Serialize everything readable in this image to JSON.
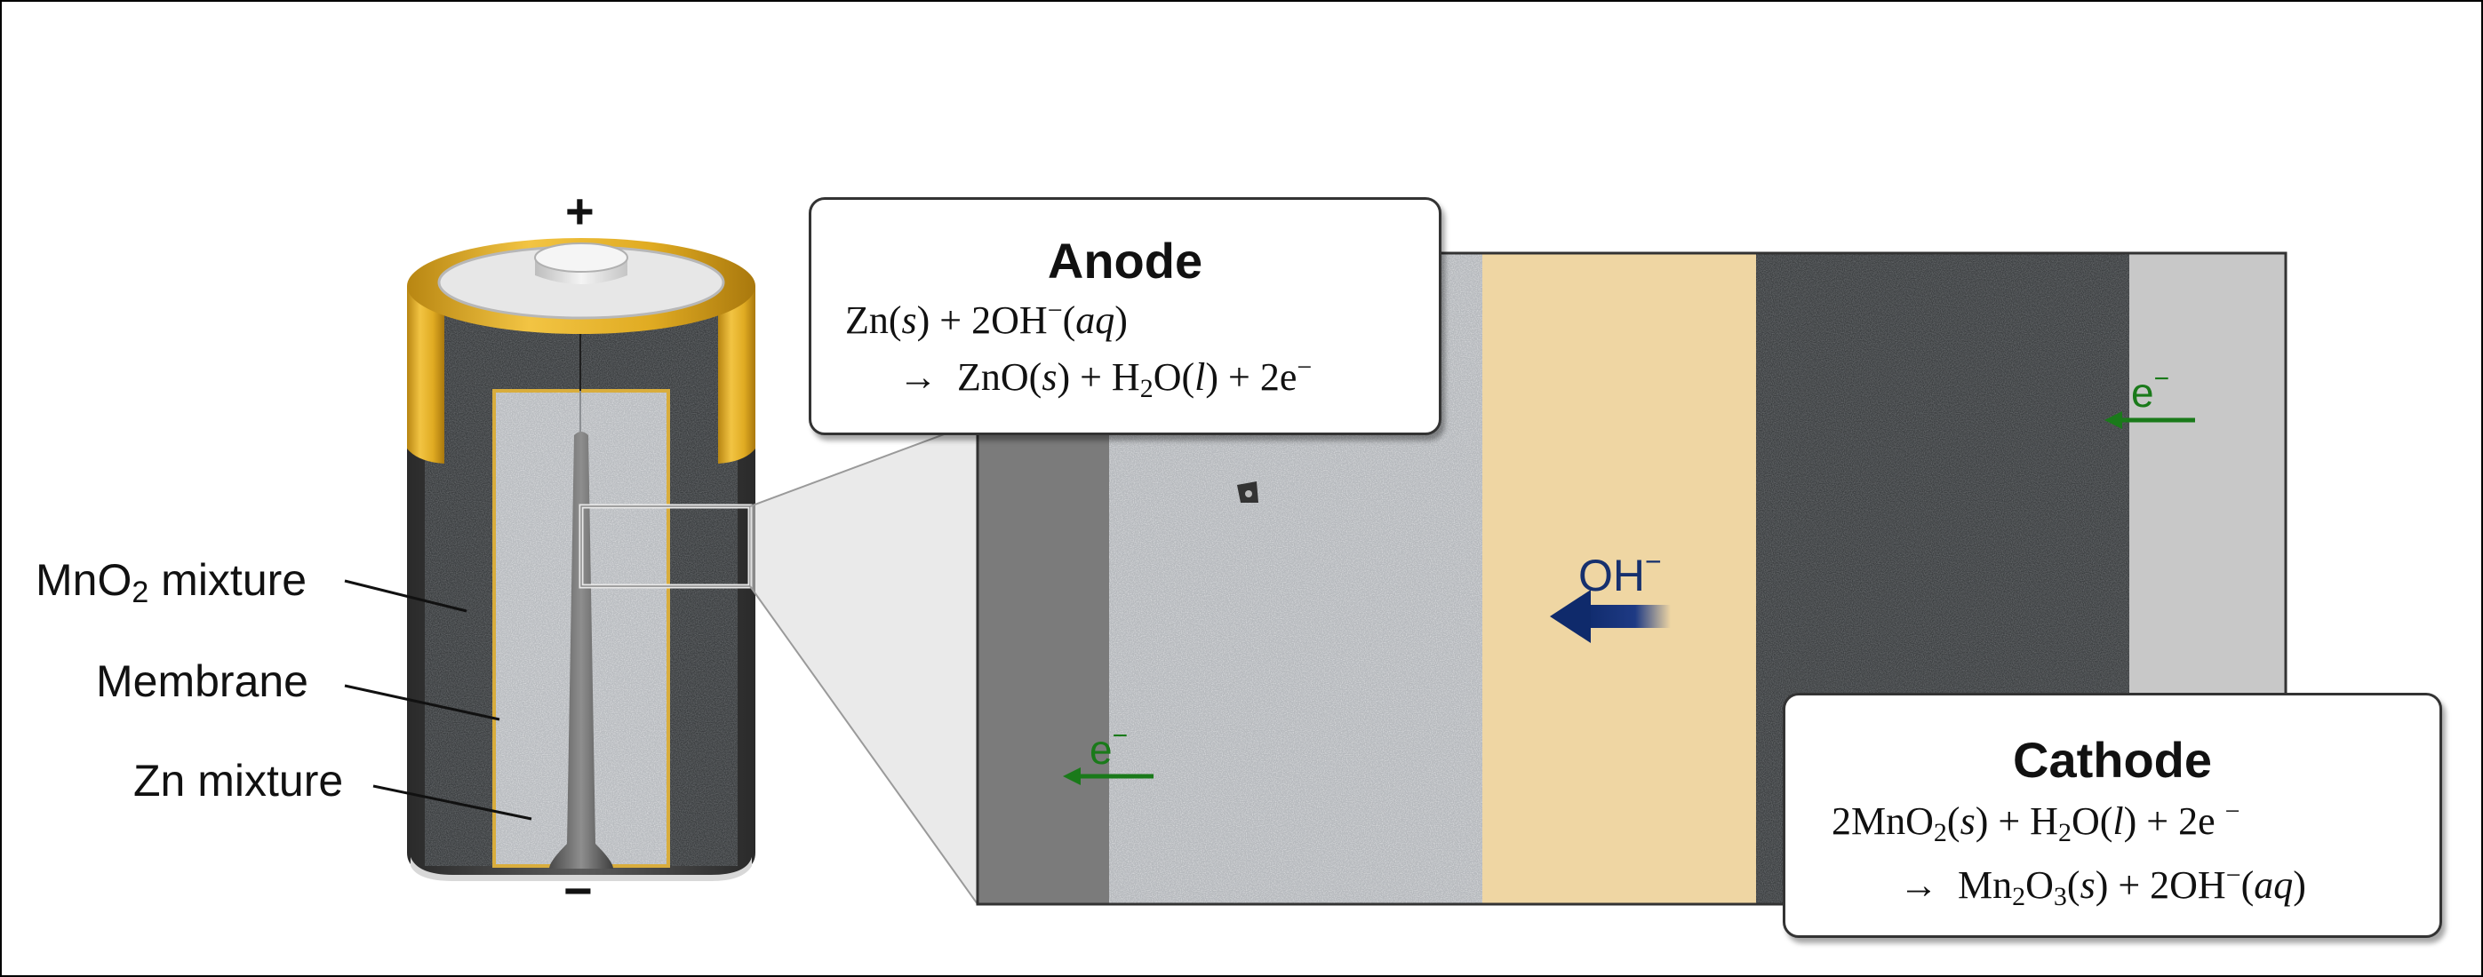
{
  "battery": {
    "plus": "+",
    "minus": "−",
    "labels": {
      "mno2": "MnO",
      "mno2_sub": "2",
      "mno2_rest": " mixture",
      "membrane": "Membrane",
      "zn": "Zn mixture"
    }
  },
  "anode": {
    "title": "Anode",
    "eq1": {
      "a": "Zn(",
      "s": "s",
      "b": ") + 2OH",
      "sup": "−",
      "c": "(",
      "aq": "aq",
      "d": ")"
    },
    "eq2": {
      "arrow": "→",
      "a": " ZnO(",
      "s": "s",
      "b": ") + H",
      "sub": "2",
      "c": "O(",
      "l": "l",
      "d": ") + 2e",
      "sup": "−"
    }
  },
  "cathode": {
    "title": "Cathode",
    "eq1": {
      "a": "2MnO",
      "sub1": "2",
      "b": "(",
      "s": "s",
      "c": ") + H",
      "sub2": "2",
      "d": "O(",
      "l": "l",
      "e": ") + 2e",
      "sup": "−"
    },
    "eq2": {
      "arrow": "→",
      "a": " Mn",
      "sub1": "2",
      "b": "O",
      "sub2": "3",
      "c": "(",
      "s": "s",
      "d": ") + 2OH",
      "sup": "−",
      "e": "(",
      "aq": "aq",
      "f": ")"
    }
  },
  "flow": {
    "electron": "e",
    "electron_sup": "−",
    "hydroxide": "OH",
    "hydroxide_sup": "−"
  },
  "colors": {
    "gold": "#d4a21c",
    "mno2_dark": "#3a3d3f",
    "zn_light": "#b9bcc0",
    "membrane_tan": "#efd6a3",
    "electron_green": "#1a7a1a",
    "hydroxide_navy": "#0f2a6b"
  }
}
